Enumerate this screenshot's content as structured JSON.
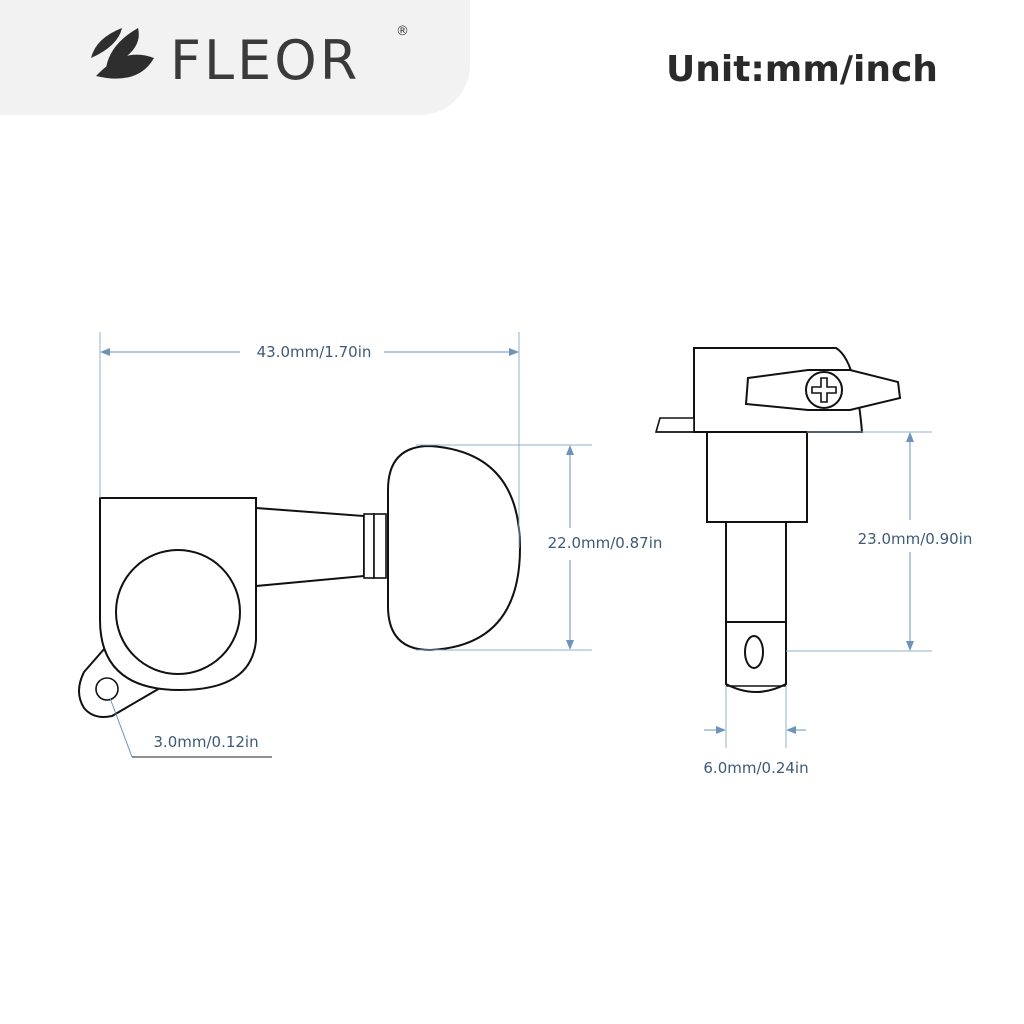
{
  "header": {
    "brand": "FLEOR",
    "registered_mark": "®",
    "unit_label": "Unit:mm/inch"
  },
  "dimensions": {
    "overall_length": "43.0mm/1.70in",
    "button_height": "22.0mm/0.87in",
    "screw_hole": "3.0mm/0.12in",
    "post_height": "23.0mm/0.90in",
    "post_diameter": "6.0mm/0.24in"
  },
  "colors": {
    "dimension_lines": "#6e93b8",
    "dimension_text": "#3d5a78",
    "part_outline": "#111111",
    "header_background": "#f2f2f2",
    "brand_text": "#3a3a3a"
  },
  "icons": {
    "logo": "leaf-logo-icon",
    "screw": "phillips-screw-icon"
  }
}
